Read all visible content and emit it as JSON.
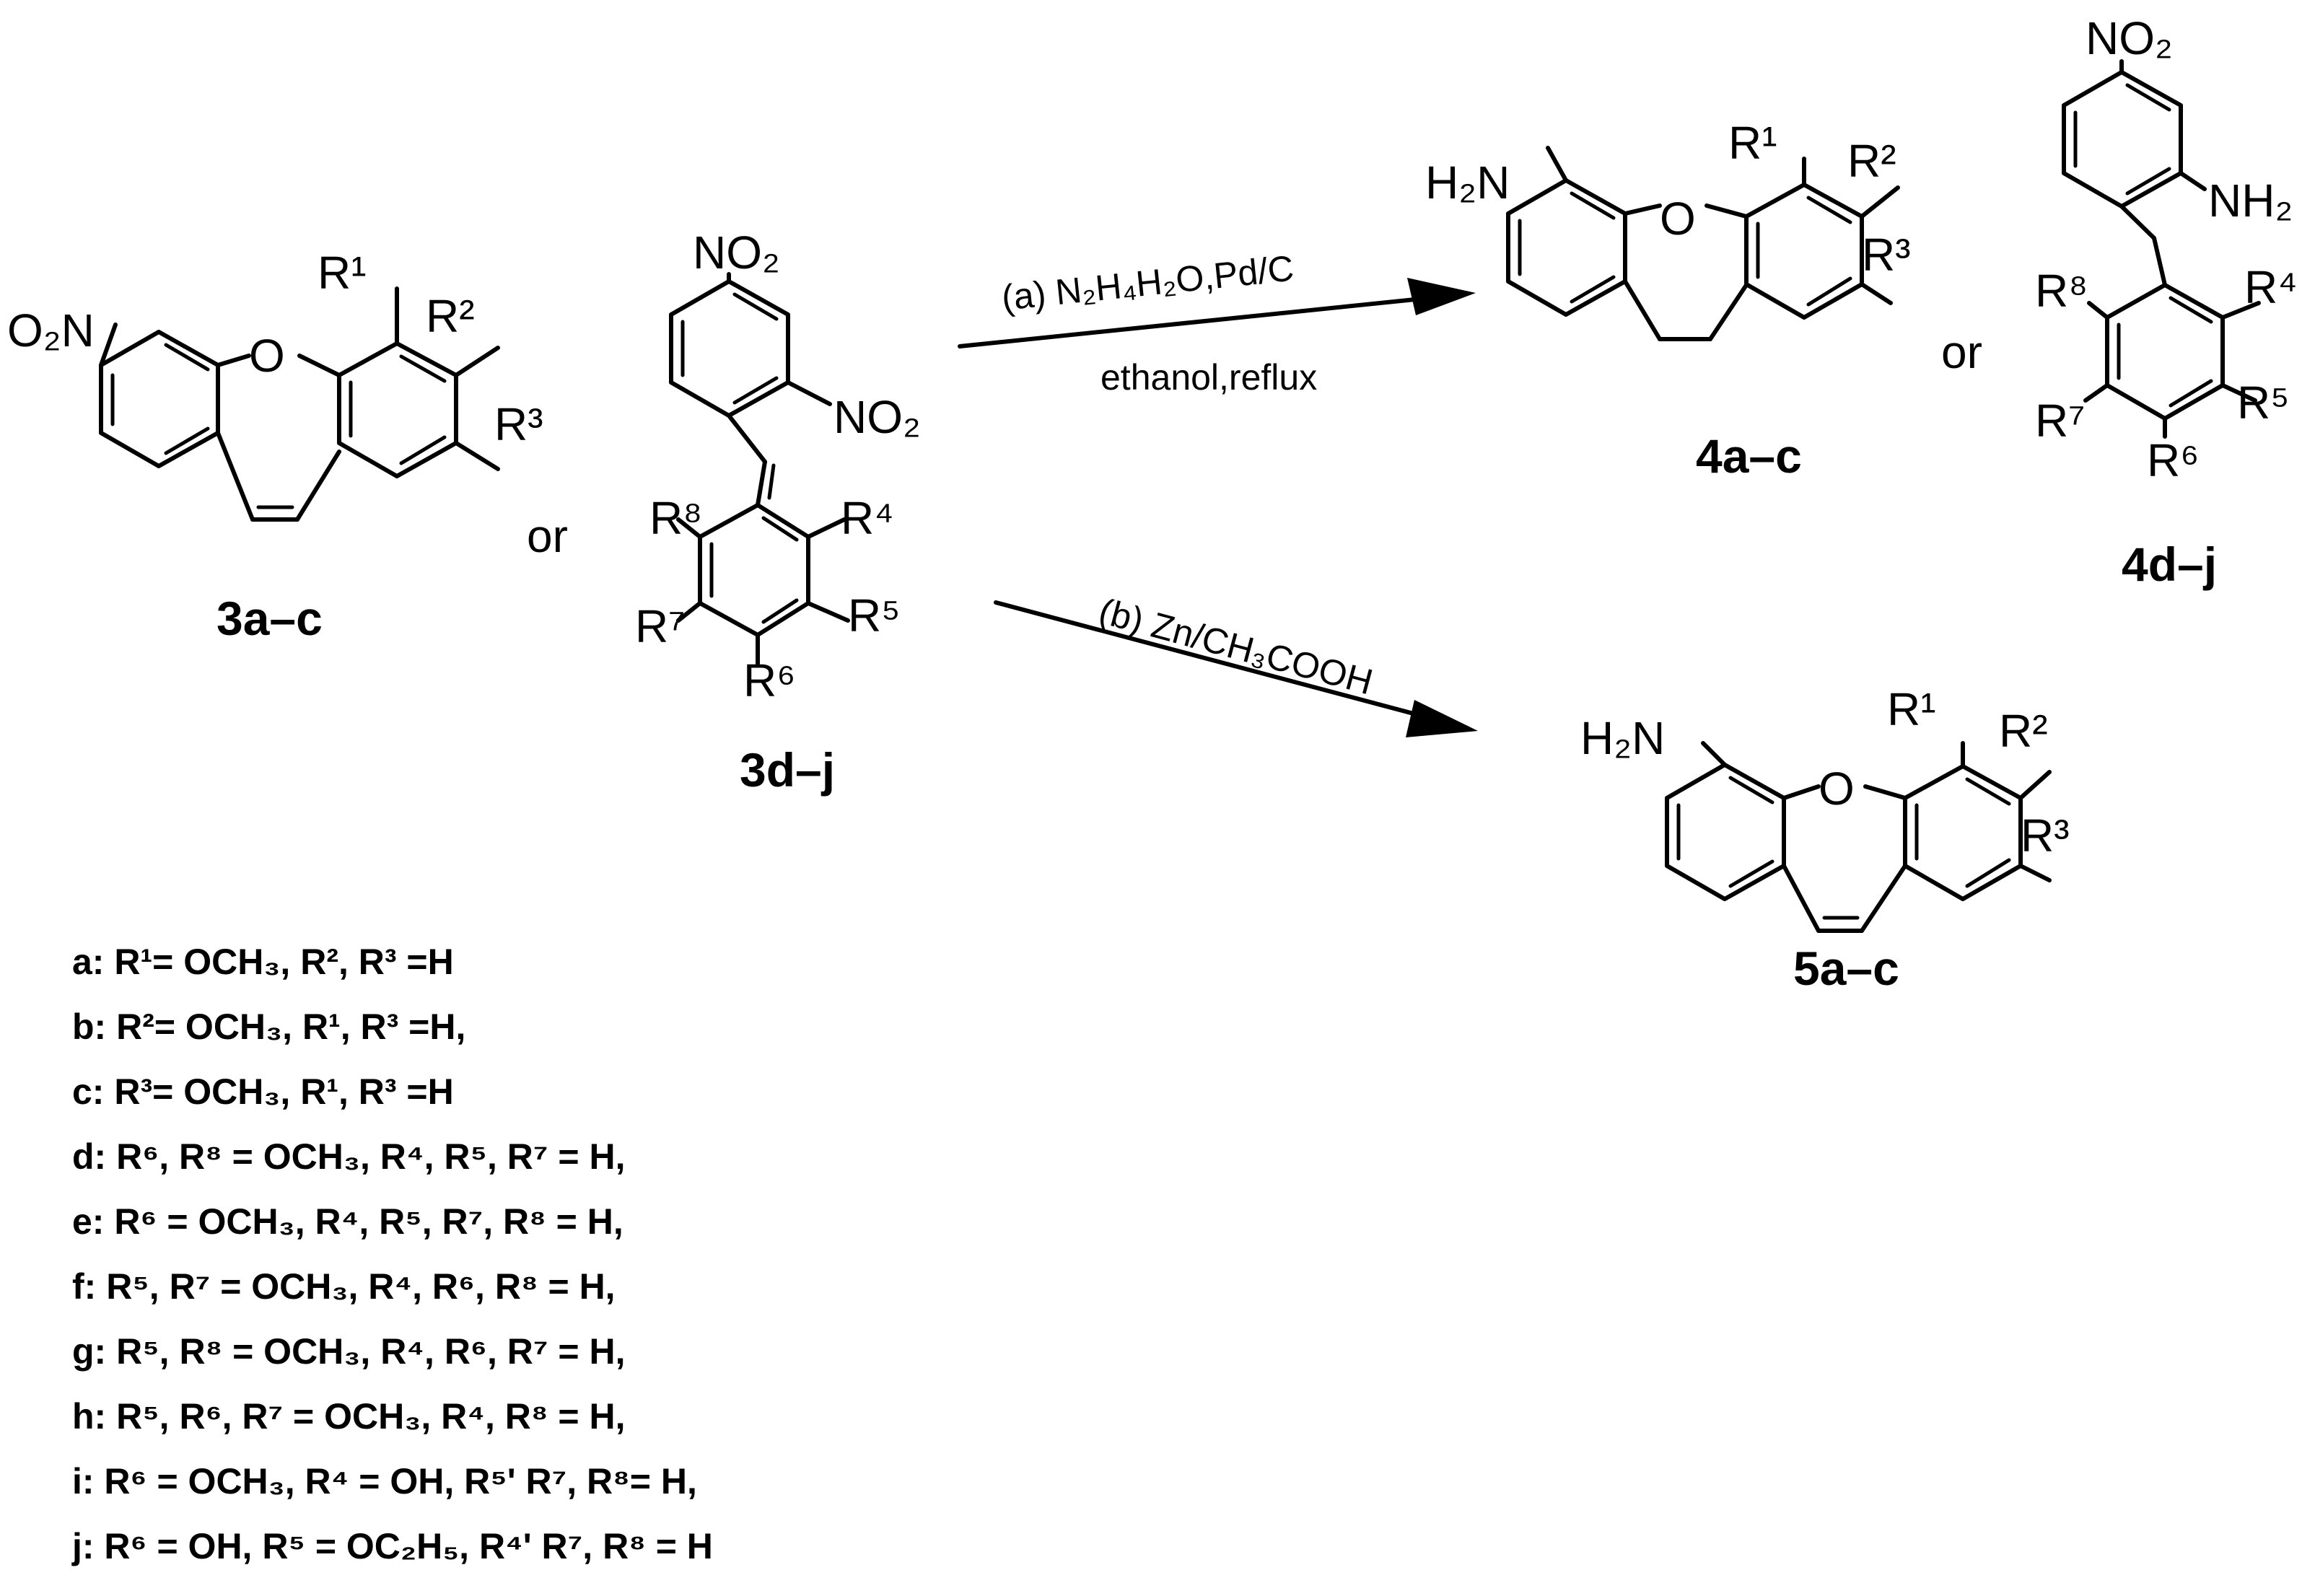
{
  "labels": {
    "o2n": "O₂N",
    "o": "O",
    "r1": "R¹",
    "r2": "R²",
    "r3": "R³",
    "r4": "R⁴",
    "r5": "R⁵",
    "r6": "R⁶",
    "r7": "R⁷",
    "r8": "R⁸",
    "no2": "NO₂",
    "h2n": "H₂N",
    "nh2": "NH₂",
    "or": "or"
  },
  "compounds": {
    "c3ac": "3a–c",
    "c3dj": "3d–j",
    "c4ac": "4a–c",
    "c4dj": "4d–j",
    "c5ac": "5a–c"
  },
  "conditions": {
    "a_reagent": "(a) N₂H₄H₂O,Pd/C",
    "a_solvent": "ethanol,reflux",
    "b_reagent": "(b) Zn/CH₃COOH"
  },
  "substituents": [
    "a: R¹= OCH₃, R², R³ =H",
    "b: R²= OCH₃, R¹, R³ =H,",
    "c: R³= OCH₃, R¹, R³ =H",
    "d: R⁶, R⁸ = OCH₃, R⁴, R⁵, R⁷ = H,",
    "e: R⁶ = OCH₃, R⁴, R⁵, R⁷, R⁸ = H,",
    "f: R⁵, R⁷ = OCH₃, R⁴, R⁶, R⁸ = H,",
    "g: R⁵, R⁸ = OCH₃, R⁴, R⁶, R⁷ = H,",
    "h: R⁵, R⁶, R⁷ = OCH₃, R⁴, R⁸ = H,",
    "i:  R⁶ = OCH₃, R⁴ = OH, R⁵ʹ R⁷, R⁸= H,",
    "j:  R⁶ = OH, R⁵ = OC₂H₅, R⁴ʹ R⁷, R⁸ = H"
  ],
  "colors": {
    "ink": "#000000",
    "background": "#ffffff"
  }
}
